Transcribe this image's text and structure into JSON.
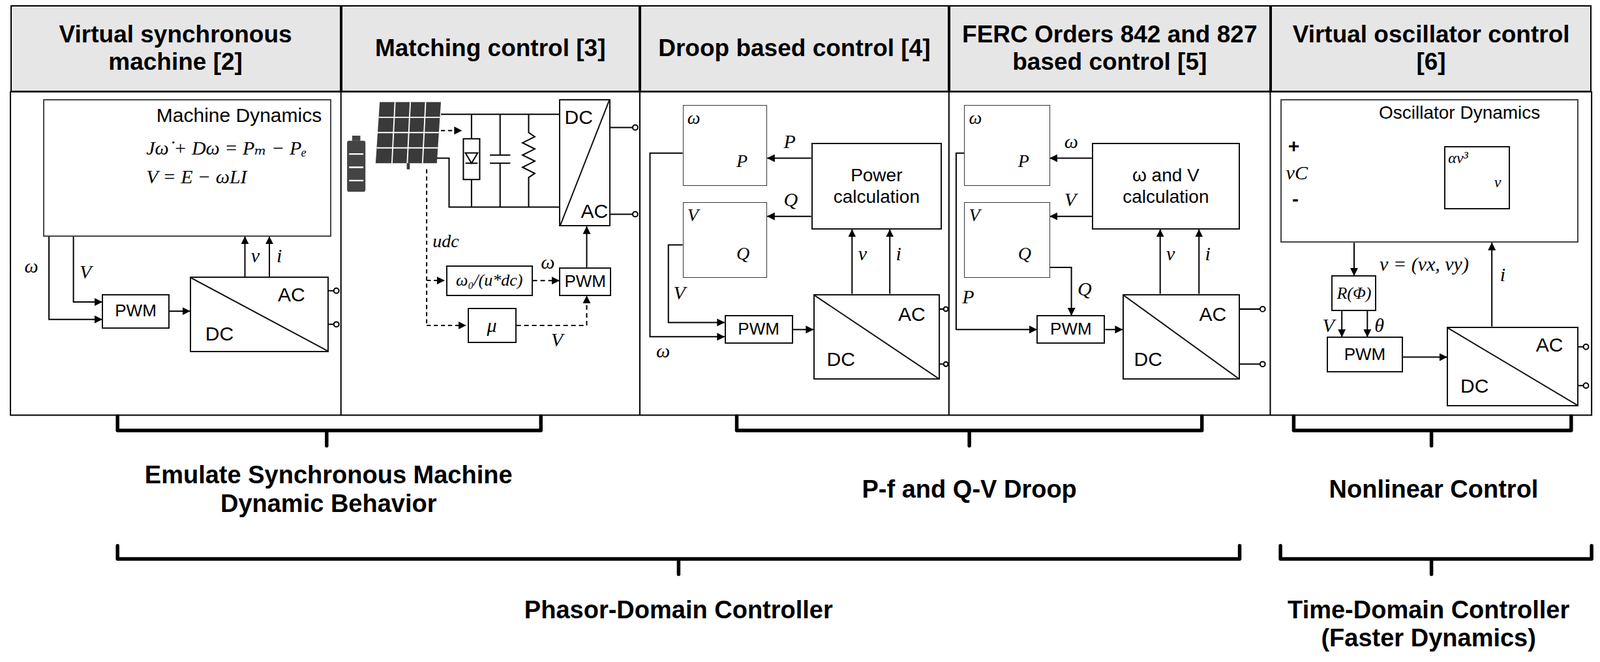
{
  "diagram": {
    "nodes": [
      {
        "text": [
          "Virtual synchronous machine [2]"
        ]
      },
      {
        "text": [
          "Matching control [3]"
        ]
      },
      {
        "text": [
          "Droop based control [4]"
        ]
      },
      {
        "text": [
          "FERC Orders 842 and 827 based control [5]"
        ]
      },
      {
        "text": [
          "Virtual oscillator control [6]"
        ]
      },
      {
        "text": [
          "Machine Dynamics",
          "Jω̇ + Dω = Pₘ − Pₑ",
          "V = E − ωLI"
        ]
      },
      {
        "text": [
          "PWM"
        ]
      },
      {
        "text": [
          "AC",
          "DC"
        ]
      },
      {
        "text": [
          "DC",
          "AC"
        ]
      },
      {
        "text": [
          "ω₀/(u*dc)"
        ]
      },
      {
        "text": [
          "PWM"
        ]
      },
      {
        "text": [
          "μ"
        ]
      },
      {
        "text": [
          "ω",
          "P"
        ]
      },
      {
        "text": [
          "V",
          "Q"
        ]
      },
      {
        "text": [
          "Power calculation"
        ]
      },
      {
        "text": [
          "PWM"
        ]
      },
      {
        "text": [
          "AC",
          "DC"
        ]
      },
      {
        "text": [
          "ω",
          "P"
        ]
      },
      {
        "text": [
          "V",
          "Q"
        ]
      },
      {
        "text": [
          "ω and V calculation"
        ]
      },
      {
        "text": [
          "PWM"
        ]
      },
      {
        "text": [
          "AC",
          "DC"
        ]
      },
      {
        "text": [
          "Oscillator Dynamics",
          "+",
          "vC",
          "-"
        ]
      },
      {
        "text": [
          "αv³",
          "v"
        ],
        "in": 22
      },
      {
        "text": [
          "R(Φ)"
        ]
      },
      {
        "text": [
          "PWM"
        ]
      },
      {
        "text": [
          "AC",
          "DC"
        ]
      }
    ],
    "edges": [
      {
        "from": 5,
        "to": 6,
        "label": "ω",
        "arrow": "to"
      },
      {
        "from": 5,
        "to": 6,
        "label": "V",
        "arrow": "to"
      },
      {
        "from": 6,
        "to": 7,
        "arrow": "to"
      },
      {
        "from": 7,
        "to": 5,
        "label": "v",
        "arrow": "to"
      },
      {
        "from": 7,
        "to": 5,
        "label": "i",
        "arrow": "to"
      },
      {
        "from": 9,
        "to": 10,
        "label": "ω",
        "arrow": "to"
      },
      {
        "from": 11,
        "to": 10,
        "label": "V",
        "arrow": "to"
      },
      {
        "from": 10,
        "to": 8,
        "arrow": "to"
      },
      {
        "from": 14,
        "to": 12,
        "label": "P",
        "arrow": "to"
      },
      {
        "from": 14,
        "to": 13,
        "label": "Q",
        "arrow": "to"
      },
      {
        "from": 16,
        "to": 14,
        "label": "v",
        "arrow": "to"
      },
      {
        "from": 16,
        "to": 14,
        "label": "i",
        "arrow": "to"
      },
      {
        "from": 12,
        "to": 15,
        "label": "ω",
        "arrow": "to"
      },
      {
        "from": 13,
        "to": 15,
        "label": "V",
        "arrow": "to"
      },
      {
        "from": 15,
        "to": 16,
        "arrow": "to"
      },
      {
        "from": 19,
        "to": 17,
        "label": "ω",
        "arrow": "to"
      },
      {
        "from": 19,
        "to": 18,
        "label": "V",
        "arrow": "to"
      },
      {
        "from": 21,
        "to": 19,
        "label": "v",
        "arrow": "to"
      },
      {
        "from": 21,
        "to": 19,
        "label": "i",
        "arrow": "to"
      },
      {
        "from": 17,
        "to": 20,
        "label": "P",
        "arrow": "to"
      },
      {
        "from": 18,
        "to": 20,
        "label": "Q",
        "arrow": "to"
      },
      {
        "from": 20,
        "to": 21,
        "arrow": "to"
      },
      {
        "from": 22,
        "to": 24,
        "label": "v = (vx, vy)",
        "arrow": "to"
      },
      {
        "from": 24,
        "to": 25,
        "label": "V",
        "arrow": "to"
      },
      {
        "from": 24,
        "to": 25,
        "label": "θ",
        "arrow": "to"
      },
      {
        "from": 25,
        "to": 26,
        "arrow": "to"
      },
      {
        "from": 26,
        "to": 22,
        "label": "i",
        "arrow": "to"
      }
    ],
    "labels": [
      "udc",
      "Emulate Synchronous Machine Dynamic Behavior",
      "P-f and Q-V Droop",
      "Nonlinear Control",
      "Phasor-Domain Controller",
      "Time-Domain Controller (Faster Dynamics)"
    ]
  }
}
